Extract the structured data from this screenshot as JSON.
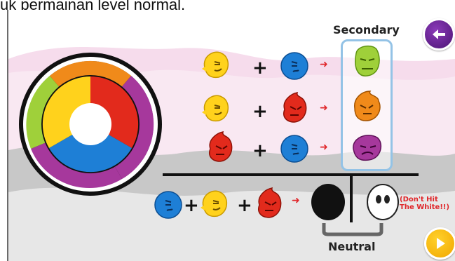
{
  "caption": "uk permainan level normal.",
  "labels": {
    "secondary": "Secondary",
    "neutral": "Neutral",
    "warning_line1": "(Don't Hit",
    "warning_line2": "The White!!)"
  },
  "operators": {
    "plus": "+"
  },
  "colors": {
    "yellow": "#ffd21c",
    "blue": "#1e7fd6",
    "red": "#e22a1c",
    "green": "#9fd03a",
    "orange": "#f08a1a",
    "purple": "#a6389c",
    "black": "#111111",
    "white": "#ffffff",
    "pink_bg": "#f6dcec",
    "gray_bg": "#c8c8c8",
    "box_border": "#94c3e6"
  },
  "icons": {
    "back": "arrow-left-icon",
    "next": "play-icon"
  }
}
